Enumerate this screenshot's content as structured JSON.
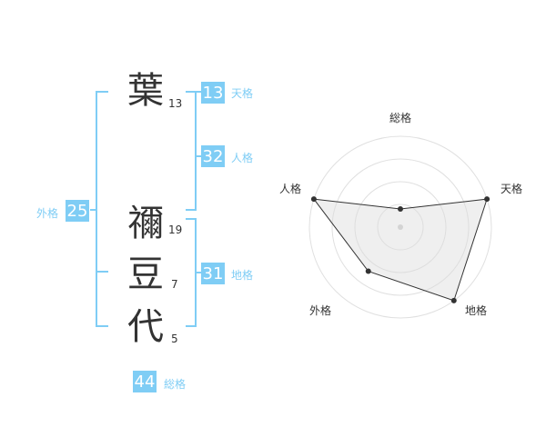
{
  "name": {
    "characters": [
      {
        "char": "葉",
        "strokes": "13"
      },
      {
        "char": "禰",
        "strokes": "19"
      },
      {
        "char": "豆",
        "strokes": "7"
      },
      {
        "char": "代",
        "strokes": "5"
      }
    ]
  },
  "fortunes": {
    "tenkaku": {
      "value": "13",
      "label": "天格"
    },
    "jinkaku": {
      "value": "32",
      "label": "人格"
    },
    "chikaku": {
      "value": "31",
      "label": "地格"
    },
    "gaikaku": {
      "value": "25",
      "label": "外格"
    },
    "soukaku": {
      "value": "44",
      "label": "総格"
    }
  },
  "colors": {
    "accent": "#7fcdf5",
    "text": "#333333",
    "grid": "#e0e0e0",
    "fill": "#eeeeee"
  },
  "chart_data": {
    "type": "radar",
    "axes": [
      "総格",
      "天格",
      "地格",
      "外格",
      "人格"
    ],
    "values": [
      1,
      5,
      5,
      3,
      5
    ],
    "max": 5,
    "rings": 4
  }
}
